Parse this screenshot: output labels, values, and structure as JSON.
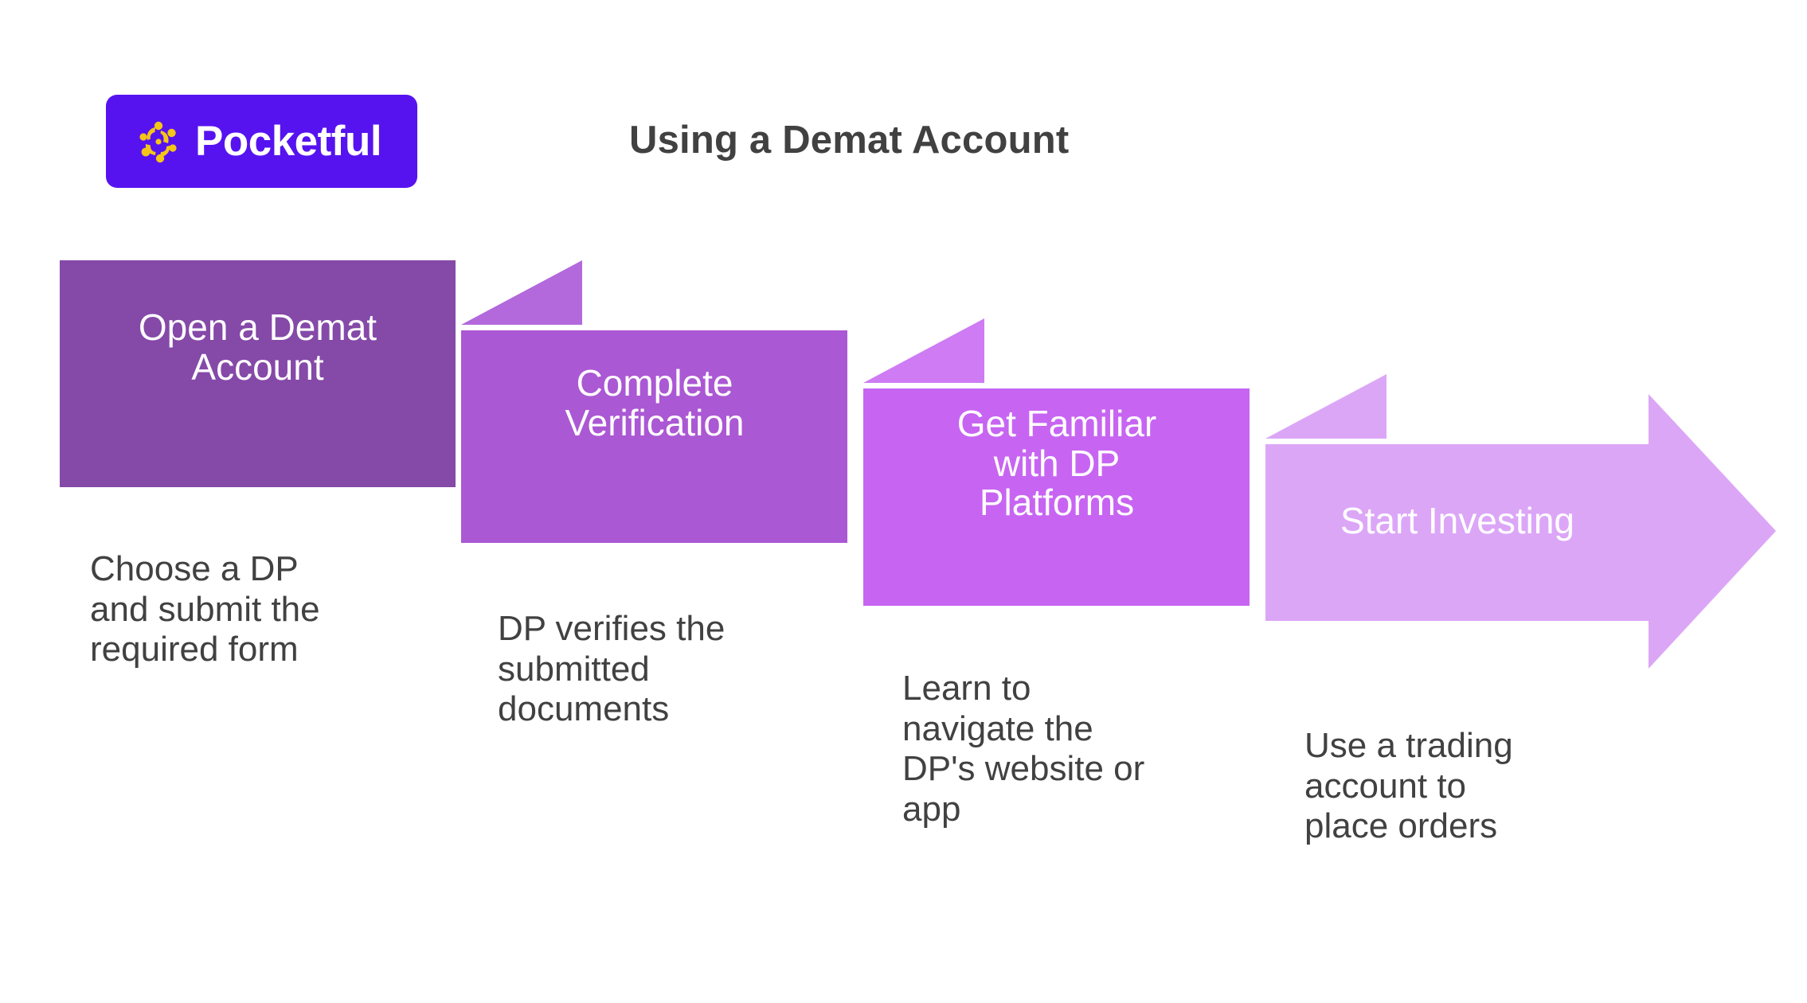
{
  "brand": {
    "name": "Pocketful",
    "badge_color": "#5613F0",
    "mark_color": "#F5C518",
    "mark_icon": "pinwheel-dots-icon",
    "wordmark_color": "#FFFFFF"
  },
  "header": {
    "title": "Using a Demat Account",
    "title_color": "#414141"
  },
  "diagram": {
    "type": "process-flow-chevron-staircase",
    "step_count": 4,
    "caption_color": "#414141",
    "steps": [
      {
        "index": 1,
        "label": "Open a Demat\nAccount",
        "caption": "Choose a DP\nand submit the\nrequired form",
        "color": "#8549A8",
        "tail_color": "#8549A8",
        "shape": "ribbon"
      },
      {
        "index": 2,
        "label": "Complete\nVerification",
        "caption": "DP verifies the\nsubmitted\ndocuments",
        "color": "#AB58D4",
        "tail_color": "#B368DC",
        "shape": "ribbon"
      },
      {
        "index": 3,
        "label": "Get Familiar\nwith DP\nPlatforms",
        "caption": "Learn to\nnavigate the\nDP's website or\napp",
        "color": "#C765F2",
        "tail_color": "#CE7BF4",
        "shape": "ribbon"
      },
      {
        "index": 4,
        "label": "Start Investing",
        "caption": "Use a trading\naccount to\nplace orders",
        "color": "#DCA6F7",
        "tail_color": "#DCA6F7",
        "shape": "arrow"
      }
    ]
  }
}
